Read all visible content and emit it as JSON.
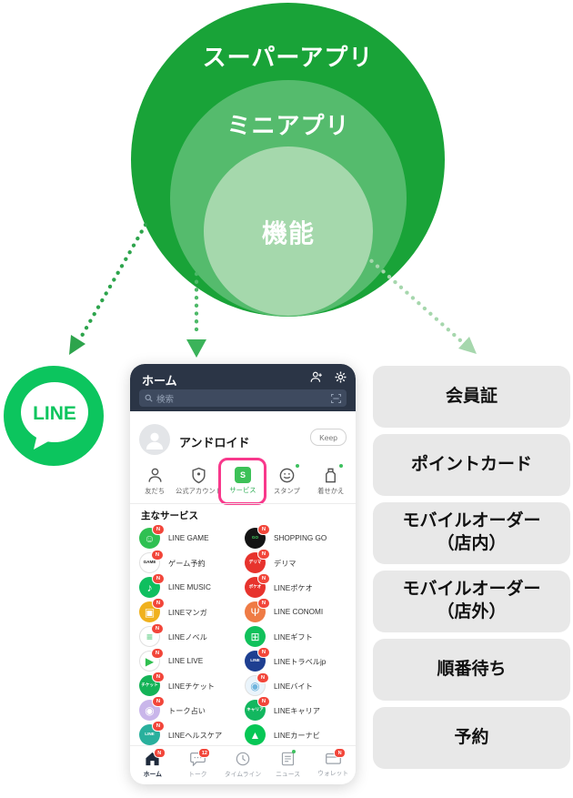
{
  "colors": {
    "venn_outer": "#19a338",
    "venn_middle": "#55bb6d",
    "venn_inner": "#a5d8ac",
    "line_green": "#0cc55e",
    "header_navy": "#2b3546",
    "highlight_pink": "#f8388b",
    "badge_red": "#f2463a",
    "feature_box_gray": "#e8e8e8"
  },
  "venn": {
    "outer": "スーパーアプリ",
    "middle": "ミニアプリ",
    "inner": "機能"
  },
  "logo": {
    "label": "LINE"
  },
  "phone": {
    "title": "ホーム",
    "search_placeholder": "検索",
    "profile_name": "アンドロイド",
    "keep_label": "Keep",
    "menu": [
      {
        "label": "友だち"
      },
      {
        "label": "公式アカウント"
      },
      {
        "label": "サービス",
        "selected": true
      },
      {
        "label": "スタンプ",
        "dot": true
      },
      {
        "label": "着せかえ",
        "dot": true
      }
    ],
    "section_title": "主なサービス",
    "services": {
      "left": [
        {
          "label": "LINE GAME",
          "badge": "N",
          "icon": {
            "bg": "#2fc052",
            "fg": "#d9f7df",
            "glyph": "☺",
            "kind": "sym"
          }
        },
        {
          "label": "ゲーム予約",
          "badge": "N",
          "icon": {
            "bg": "#ffffff",
            "fg": "#222222",
            "glyph": "GAME",
            "kind": "text",
            "border": true
          }
        },
        {
          "label": "LINE MUSIC",
          "badge": "N",
          "icon": {
            "bg": "#0fbf5f",
            "fg": "#ffffff",
            "glyph": "♪",
            "kind": "sym"
          }
        },
        {
          "label": "LINEマンガ",
          "badge": "N",
          "icon": {
            "bg": "#f0b11d",
            "fg": "#ffffff",
            "glyph": "▣",
            "kind": "sym"
          }
        },
        {
          "label": "LINEノベル",
          "badge": "N",
          "icon": {
            "bg": "#ffffff",
            "fg": "#35c063",
            "glyph": "≡",
            "kind": "sym",
            "border": true
          }
        },
        {
          "label": "LINE LIVE",
          "badge": "N",
          "icon": {
            "bg": "#ffffff",
            "fg": "#2fbf4f",
            "glyph": "▶",
            "kind": "sym",
            "border": true
          }
        },
        {
          "label": "LINEチケット",
          "badge": "N",
          "icon": {
            "bg": "#14b357",
            "fg": "#ffffff",
            "glyph": "チケット",
            "kind": "text"
          }
        },
        {
          "label": "トーク占い",
          "badge": "N",
          "icon": {
            "bg": "#c9b6ea",
            "fg": "#ffffff",
            "glyph": "◉",
            "kind": "sym"
          }
        },
        {
          "label": "LINEヘルスケア",
          "badge": "N",
          "icon": {
            "bg": "#29b09d",
            "fg": "#ffffff",
            "glyph": "LINE",
            "kind": "text"
          }
        }
      ],
      "right": [
        {
          "label": "SHOPPING GO",
          "badge": "N",
          "icon": {
            "bg": "#141414",
            "fg": "#45d463",
            "glyph": "GO",
            "kind": "text"
          }
        },
        {
          "label": "デリマ",
          "badge": "N",
          "icon": {
            "bg": "#e7332d",
            "fg": "#ffffff",
            "glyph": "デリマ",
            "kind": "text"
          }
        },
        {
          "label": "LINEポケオ",
          "badge": "N",
          "icon": {
            "bg": "#e7332d",
            "fg": "#ffffff",
            "glyph": "ポケオ",
            "kind": "text"
          }
        },
        {
          "label": "LINE CONOMI",
          "badge": "N",
          "icon": {
            "bg": "#ef7b45",
            "fg": "#ffffff",
            "glyph": "Ψ",
            "kind": "sym"
          }
        },
        {
          "label": "LINEギフト",
          "badge": null,
          "icon": {
            "bg": "#11c15b",
            "fg": "#ffffff",
            "glyph": "⊞",
            "kind": "sym"
          }
        },
        {
          "label": "LINEトラベルjp",
          "badge": "N",
          "icon": {
            "bg": "#1e3f91",
            "fg": "#ffffff",
            "glyph": "LINE",
            "kind": "text"
          }
        },
        {
          "label": "LINEバイト",
          "badge": "N",
          "icon": {
            "bg": "#eaf4fb",
            "fg": "#6fb4dd",
            "glyph": "◉",
            "kind": "sym",
            "border": true
          }
        },
        {
          "label": "LINEキャリア",
          "badge": "N",
          "icon": {
            "bg": "#12b75f",
            "fg": "#ffffff",
            "glyph": "キャリア",
            "kind": "text"
          }
        },
        {
          "label": "LINEカーナビ",
          "badge": null,
          "icon": {
            "bg": "#06c755",
            "fg": "#ffffff",
            "glyph": "▲",
            "kind": "sym"
          }
        }
      ]
    },
    "tabs": [
      {
        "label": "ホーム",
        "badge": "N",
        "active": true
      },
      {
        "label": "トーク",
        "badge": "12"
      },
      {
        "label": "タイムライン"
      },
      {
        "label": "ニュース",
        "dot": true
      },
      {
        "label": "ウォレット",
        "badge": "N"
      }
    ]
  },
  "features": [
    "会員証",
    "ポイントカード",
    "モバイルオーダー\n（店内）",
    "モバイルオーダー\n（店外）",
    "順番待ち",
    "予約"
  ]
}
